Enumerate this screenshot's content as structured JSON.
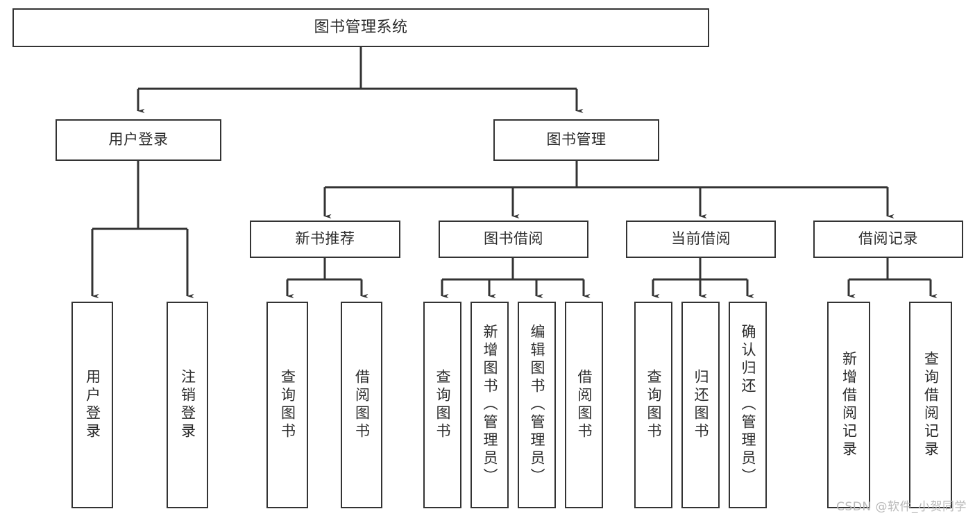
{
  "diagram": {
    "type": "tree",
    "title": "图书管理系统",
    "root": {
      "label": "图书管理系统"
    },
    "level2": [
      {
        "label": "用户登录"
      },
      {
        "label": "图书管理"
      }
    ],
    "level3": [
      {
        "label": "新书推荐"
      },
      {
        "label": "图书借阅"
      },
      {
        "label": "当前借阅"
      },
      {
        "label": "借阅记录"
      }
    ],
    "leaves": {
      "user_login": [
        {
          "label": "用户登录"
        },
        {
          "label": "注销登录"
        }
      ],
      "new_book_recommend": [
        {
          "label": "查询图书"
        },
        {
          "label": "借阅图书"
        }
      ],
      "book_borrow": [
        {
          "label": "查询图书"
        },
        {
          "label": "新增图书（管理员）"
        },
        {
          "label": "编辑图书（管理员）"
        },
        {
          "label": "借阅图书"
        }
      ],
      "current_borrow": [
        {
          "label": "查询图书"
        },
        {
          "label": "归还图书"
        },
        {
          "label": "确认归还（管理员）"
        }
      ],
      "borrow_record": [
        {
          "label": "新增借阅记录"
        },
        {
          "label": "查询借阅记录"
        }
      ]
    }
  },
  "watermark": {
    "text": "CSDN @软件_小贺同学"
  },
  "colors": {
    "stroke": "#333333",
    "text": "#2b2b2b",
    "background": "#ffffff",
    "watermark": "#b8b8b8"
  }
}
